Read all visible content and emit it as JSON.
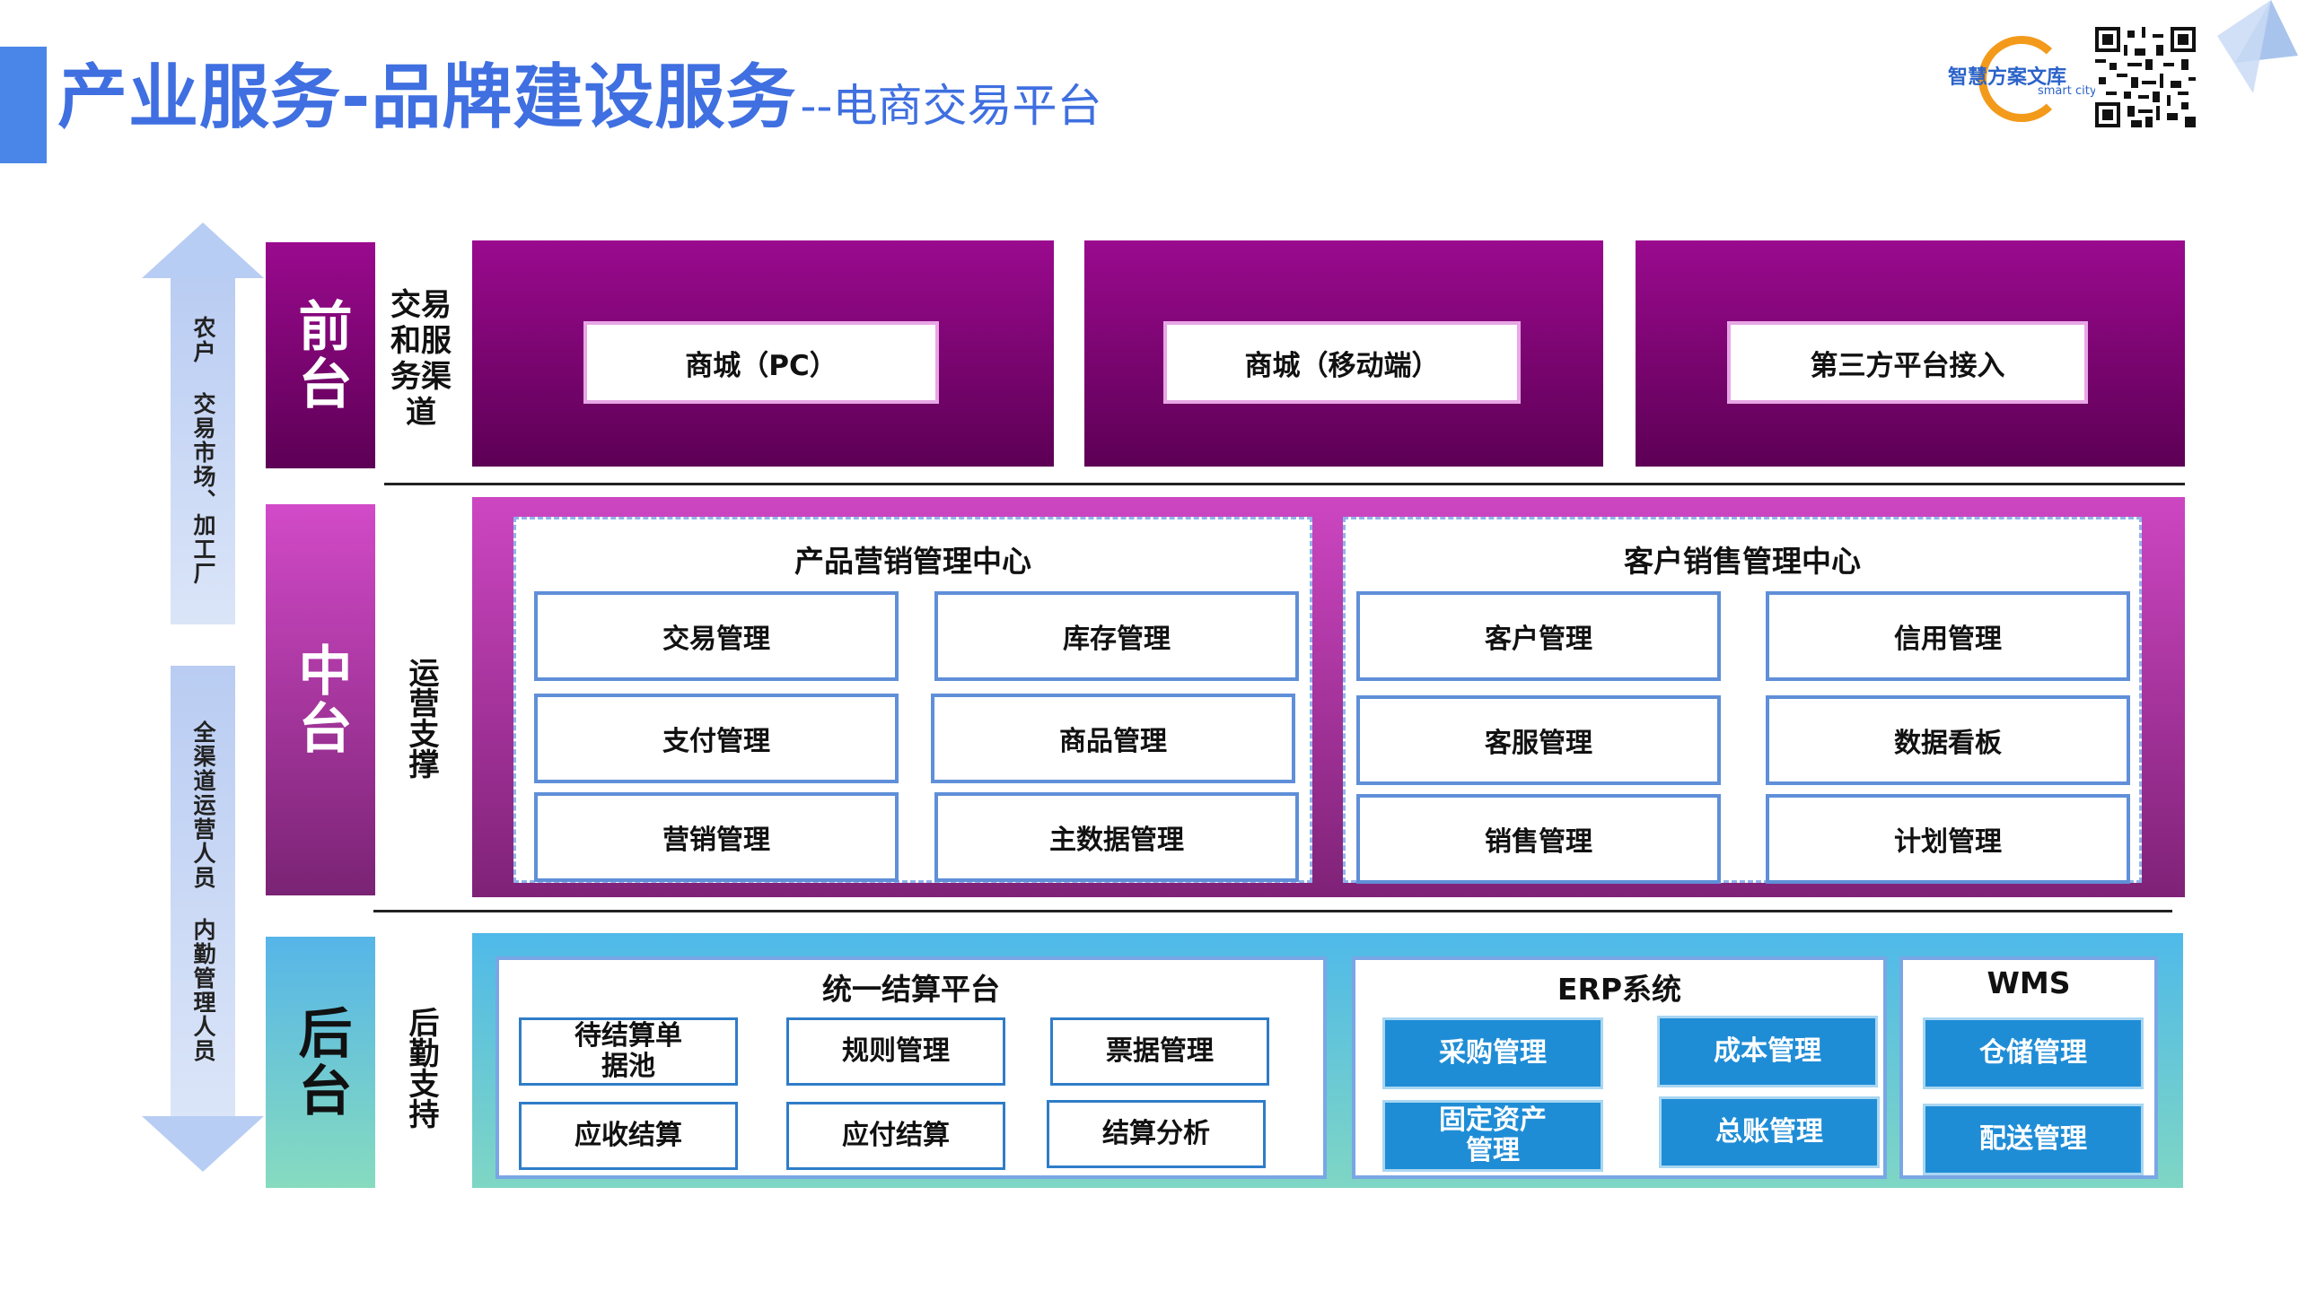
{
  "header": {
    "title_main": "产业服务-品牌建设服务",
    "title_sub": "--电商交易平台"
  },
  "logo": {
    "text": "智慧方案文库",
    "sub": "smart city"
  },
  "side": {
    "top_text": "农户 交易市场、加工厂",
    "bottom_text": "全渠道运营人员 内勤管理人员"
  },
  "tiers": {
    "front": "前台",
    "middle": "中台",
    "back": "后台"
  },
  "sub_labels": {
    "front": "交易和服务渠道",
    "middle": "运营支撑",
    "back": "后勤支持"
  },
  "front": {
    "items": [
      "商城（PC）",
      "商城（移动端）",
      "第三方平台接入"
    ]
  },
  "middle": {
    "product_center": {
      "title": "产品营销管理中心",
      "items": [
        "交易管理",
        "库存管理",
        "支付管理",
        "商品管理",
        "营销管理",
        "主数据管理"
      ]
    },
    "customer_center": {
      "title": "客户销售管理中心",
      "items": [
        "客户管理",
        "信用管理",
        "客服管理",
        "数据看板",
        "销售管理",
        "计划管理"
      ]
    }
  },
  "back": {
    "settlement": {
      "title": "统一结算平台",
      "items": [
        "待结算单据池",
        "规则管理",
        "票据管理",
        "应收结算",
        "应付结算",
        "结算分析"
      ]
    },
    "erp": {
      "title": "ERP系统",
      "items": [
        "采购管理",
        "成本管理",
        "固定资产管理",
        "总账管理"
      ]
    },
    "wms": {
      "title": "WMS",
      "items": [
        "仓储管理",
        "配送管理"
      ]
    }
  }
}
